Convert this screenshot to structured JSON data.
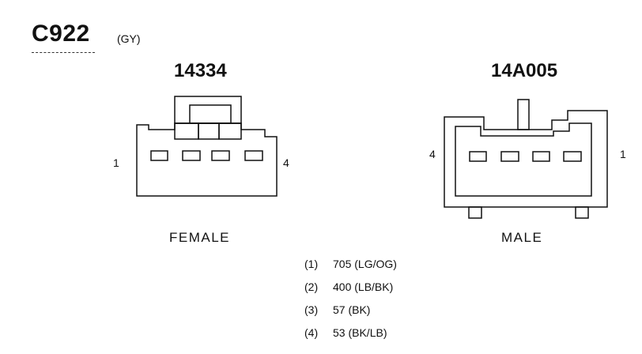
{
  "connector": {
    "id": "C922",
    "color_code": "(GY)"
  },
  "female": {
    "part_number": "14334",
    "label": "FEMALE",
    "pin_left": "1",
    "pin_right": "4"
  },
  "male": {
    "part_number": "14A005",
    "label": "MALE",
    "pin_left": "4",
    "pin_right": "1"
  },
  "circuits": [
    {
      "cavity": "(1)",
      "wire": "705 (LG/OG)"
    },
    {
      "cavity": "(2)",
      "wire": "400 (LB/BK)"
    },
    {
      "cavity": "(3)",
      "wire": "57 (BK)"
    },
    {
      "cavity": "(4)",
      "wire": "53 (BK/LB)"
    }
  ]
}
